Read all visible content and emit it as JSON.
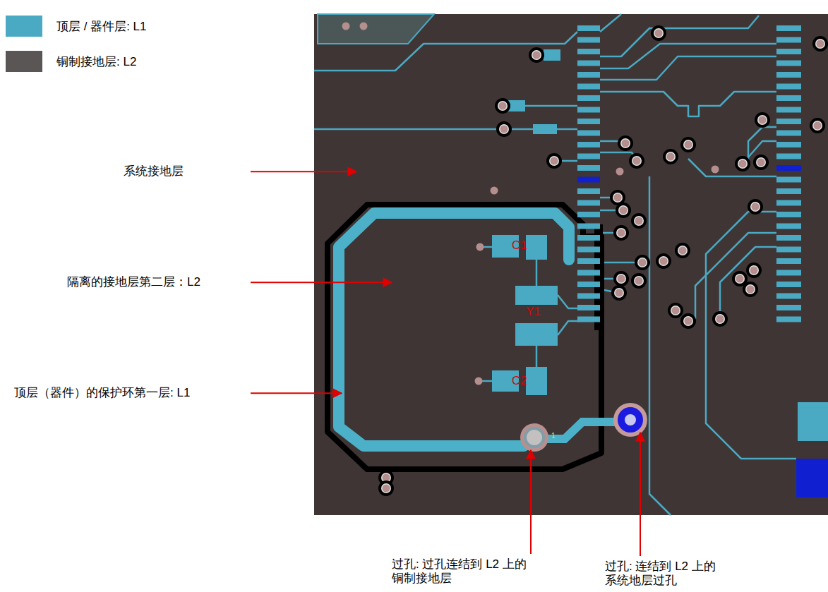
{
  "diagram": {
    "labels": [
      "系统接地层",
      "隔离的接地层第二层：L2",
      "顶层（器件）的保护环第一层: L1",
      "C1",
      "Y1",
      "C2",
      "1",
      "过孔: 过孔连结到 L2 上的 铜制接地层",
      "过孔: 连结到 L2 上的 系统地层过孔"
    ],
    "legend": [
      {
        "text": "顶层 / 器件层: L1",
        "color": "#4aa9c3"
      },
      {
        "text": "铜制接地层: L2",
        "color": "#5a5656"
      }
    ]
  }
}
